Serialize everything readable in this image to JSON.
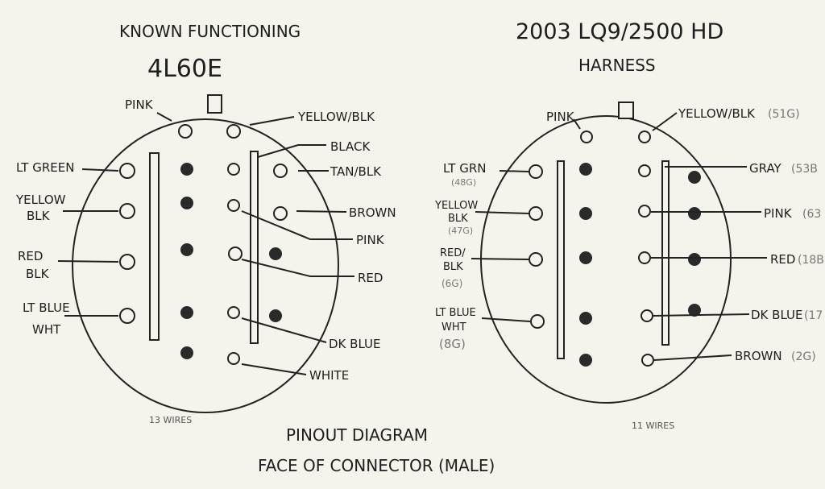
{
  "left": {
    "title_line1": "KNOWN FUNCTIONING",
    "title_line2": "4L60E",
    "wire_count": "13 WIRES",
    "labels": {
      "pink": "PINK",
      "yellow_blk_top": "YELLOW/BLK",
      "black": "BLACK",
      "tan_blk": "TAN/BLK",
      "brown": "BROWN",
      "pink_right": "PINK",
      "red": "RED",
      "dk_blue": "DK BLUE",
      "white": "WHITE",
      "lt_green": "LT GREEN",
      "yellow_blk_1": "YELLOW",
      "yellow_blk_2": "BLK",
      "red_blk_1": "RED",
      "red_blk_2": "BLK",
      "lt_blue_wht_1": "LT BLUE",
      "lt_blue_wht_2": "WHT"
    }
  },
  "right": {
    "title_line1": "2003 LQ9/2500 HD",
    "title_line2": "HARNESS",
    "wire_count": "11 WIRES",
    "labels": {
      "pink": "PINK",
      "yellow_blk": "YELLOW/BLK",
      "yellow_blk_code": "(51G)",
      "gray": "GRAY",
      "gray_code": "(53B",
      "pink_right": "PINK",
      "pink_right_code": "(63",
      "red": "RED",
      "red_code": "(18B",
      "dk_blue": "DK BLUE",
      "dk_blue_code": "(17",
      "brown": "BROWN",
      "brown_code": "(2G)",
      "lt_grn": "LT GRN",
      "lt_grn_code": "(48G)",
      "yellow_blk_1": "YELLOW",
      "yellow_blk_2": "BLK",
      "yellow_blk_left_code": "(47G)",
      "red_blk_1": "RED/",
      "red_blk_2": "BLK",
      "red_blk_code": "(6G)",
      "lt_blue_wht_1": "LT BLUE",
      "lt_blue_wht_2": "WHT",
      "lt_blue_wht_code": "(8G)"
    }
  },
  "footer": {
    "line1": "PINOUT DIAGRAM",
    "line2": "FACE OF CONNECTOR (MALE)"
  }
}
